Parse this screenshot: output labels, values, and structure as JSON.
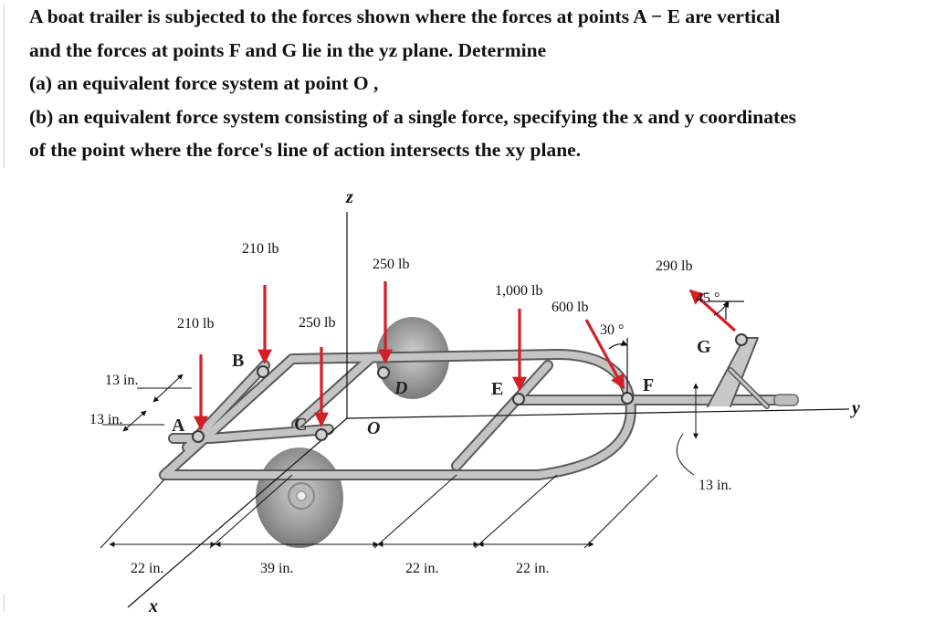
{
  "problem": {
    "line1": "A boat trailer is subjected to the forces shown where the forces at points A − E are vertical",
    "line2": "and the forces at points F and G lie in the yz plane. Determine",
    "line3": "(a) an equivalent force system at point O ,",
    "line4": "(b) an equivalent force system consisting of a single force, specifying the x and y coordinates",
    "line5": "of the point where the force's line of action intersects the xy plane."
  },
  "figure": {
    "axes": {
      "z": "z",
      "x": "x",
      "y": "y"
    },
    "points": {
      "A": "A",
      "B": "B",
      "C": "C",
      "D": "D",
      "E": "E",
      "F": "F",
      "G": "G",
      "O": "O"
    },
    "forces": {
      "A": "210 lb",
      "B": "210 lb",
      "C": "250 lb",
      "D": "250 lb",
      "E": "1,000 lb",
      "F": "600 lb",
      "G": "290 lb"
    },
    "angles": {
      "F": "30 °",
      "G": "45 °"
    },
    "dimensions": {
      "d1": "22 in.",
      "d2": "39 in.",
      "d3": "22 in.",
      "d4": "22 in.",
      "side_top": "13 in.",
      "side_bottom": "13 in.",
      "right_vertical": "13 in."
    },
    "colors": {
      "force": "#d31f26",
      "frame": "#9a9a9a",
      "wheel": "#8c8c8c"
    }
  }
}
